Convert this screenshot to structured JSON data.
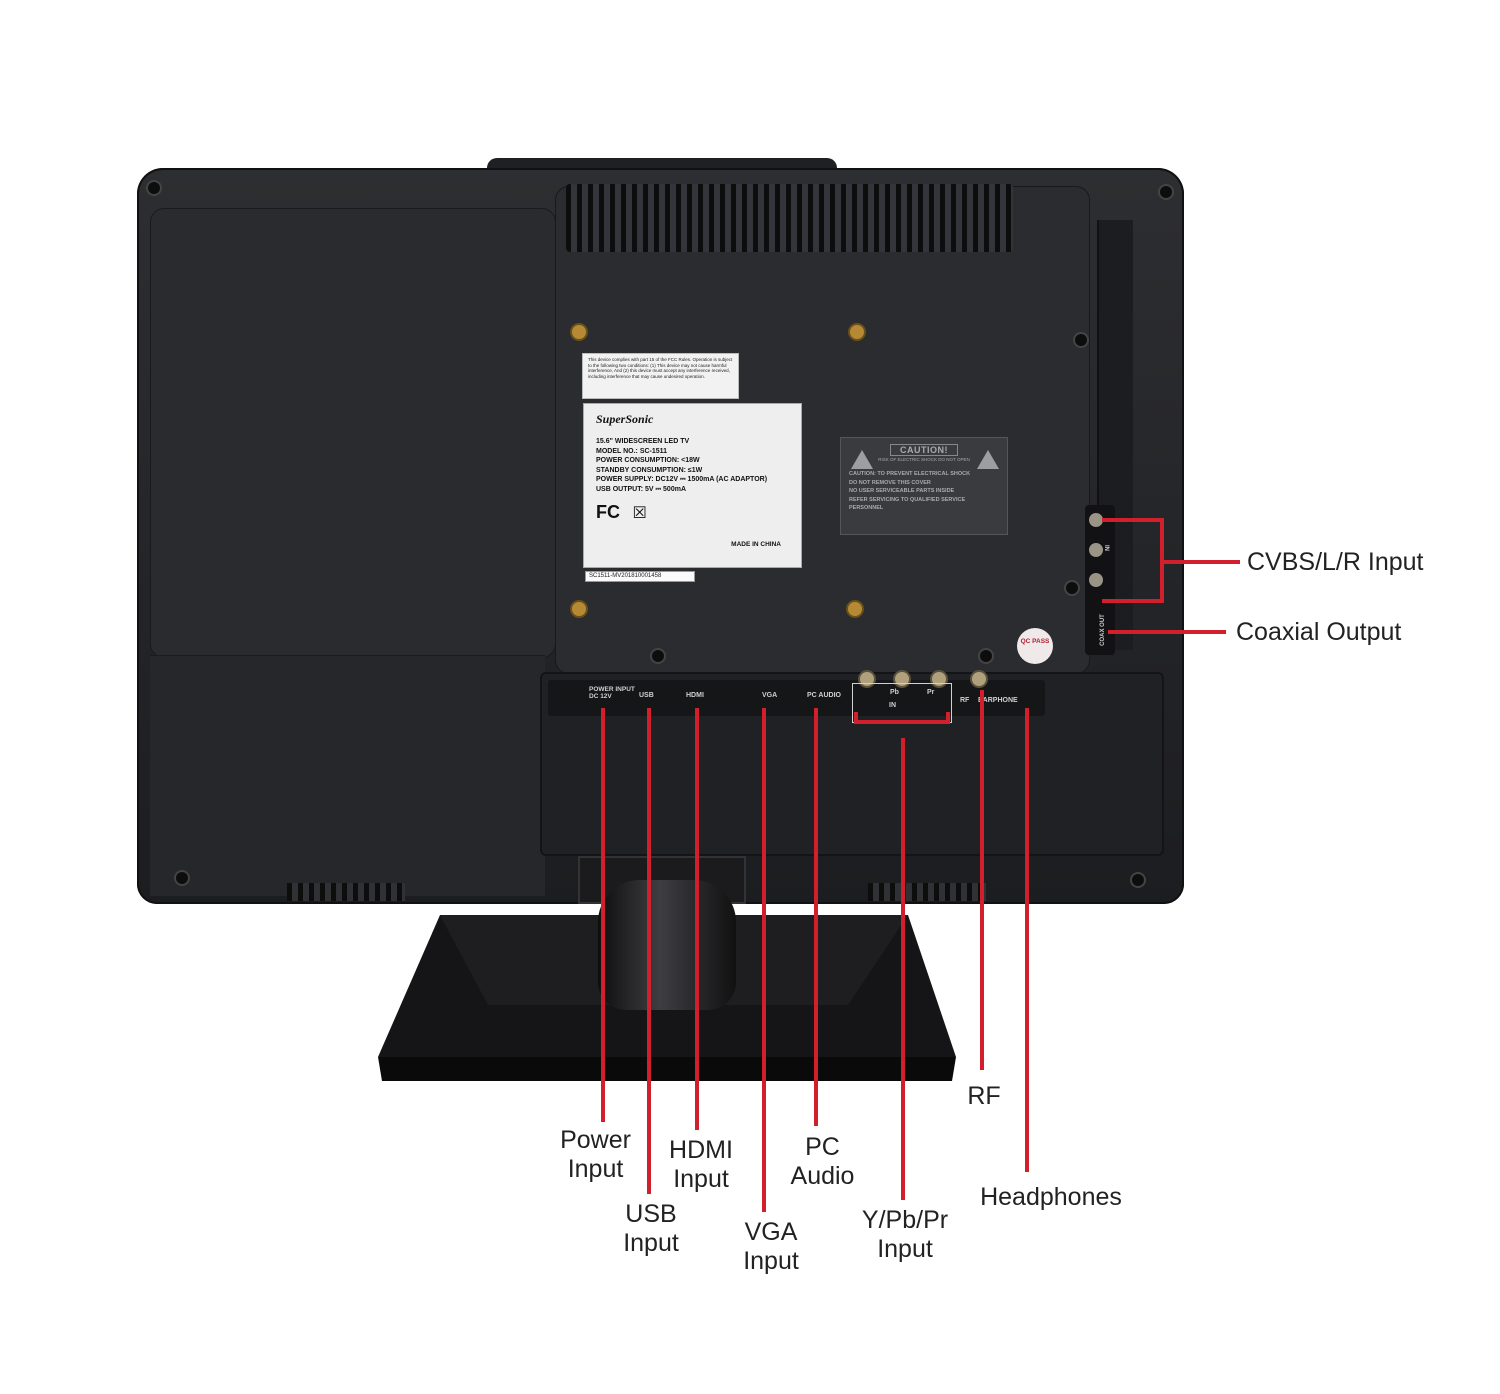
{
  "sticker": {
    "fcc_text": "This device complies with part 15 of the FCC Rules. Operation is subject to the following two conditions: (1) This device may not cause harmful interference, And (2) this device must accept any interference received, including interference that may cause undesired operation.",
    "brand": "SuperSonic",
    "specs": [
      "15.6\" WIDESCREEN LED TV",
      "MODEL NO.: SC-1511",
      "POWER CONSUMPTION: <18W",
      "STANDBY CONSUMPTION: ≤1W",
      "POWER SUPPLY: DC12V ⎓ 1500mA (AC ADAPTOR)",
      "USB OUTPUT: 5V ⎓ 500mA"
    ],
    "fcc_mark": "FC",
    "made_in": "MADE IN CHINA",
    "serial": "SC1511-MV201810001458"
  },
  "caution": {
    "heading": "CAUTION!",
    "subheading": "RISK OF ELECTRIC SHOCK DO NOT OPEN",
    "lines": [
      "CAUTION: TO PREVENT ELECTRICAL SHOCK",
      "DO NOT REMOVE THIS COVER",
      "NO USER SERVICEABLE PARTS INSIDE",
      "REFER SERVICING TO QUALIFIED SERVICE",
      "PERSONNEL"
    ]
  },
  "qc_badge": "QC PASS",
  "port_labels": {
    "power": "POWER INPUT DC 12V",
    "usb": "USB",
    "hdmi": "HDMI",
    "vga": "VGA",
    "pc_audio": "PC AUDIO",
    "pb": "Pb",
    "pr": "Pr",
    "in": "IN",
    "rf": "RF",
    "earphone": "EARPHONE",
    "side_in": "IN",
    "side_out": "COAX OUT"
  },
  "callouts": {
    "cvbs": "CVBS/L/R Input",
    "coaxial": "Coaxial Output",
    "power_1": "Power",
    "power_2": "Input",
    "usb_1": "USB",
    "usb_2": "Input",
    "hdmi_1": "HDMI",
    "hdmi_2": "Input",
    "vga_1": "VGA",
    "vga_2": "Input",
    "pc_audio_1": "PC",
    "pc_audio_2": "Audio",
    "ypbpr_1": "Y/Pb/Pr",
    "ypbpr_2": "Input",
    "rf": "RF",
    "headphones": "Headphones"
  },
  "colors": {
    "callout_line": "#d21f2c",
    "tv_body": "#2b2c2f"
  }
}
